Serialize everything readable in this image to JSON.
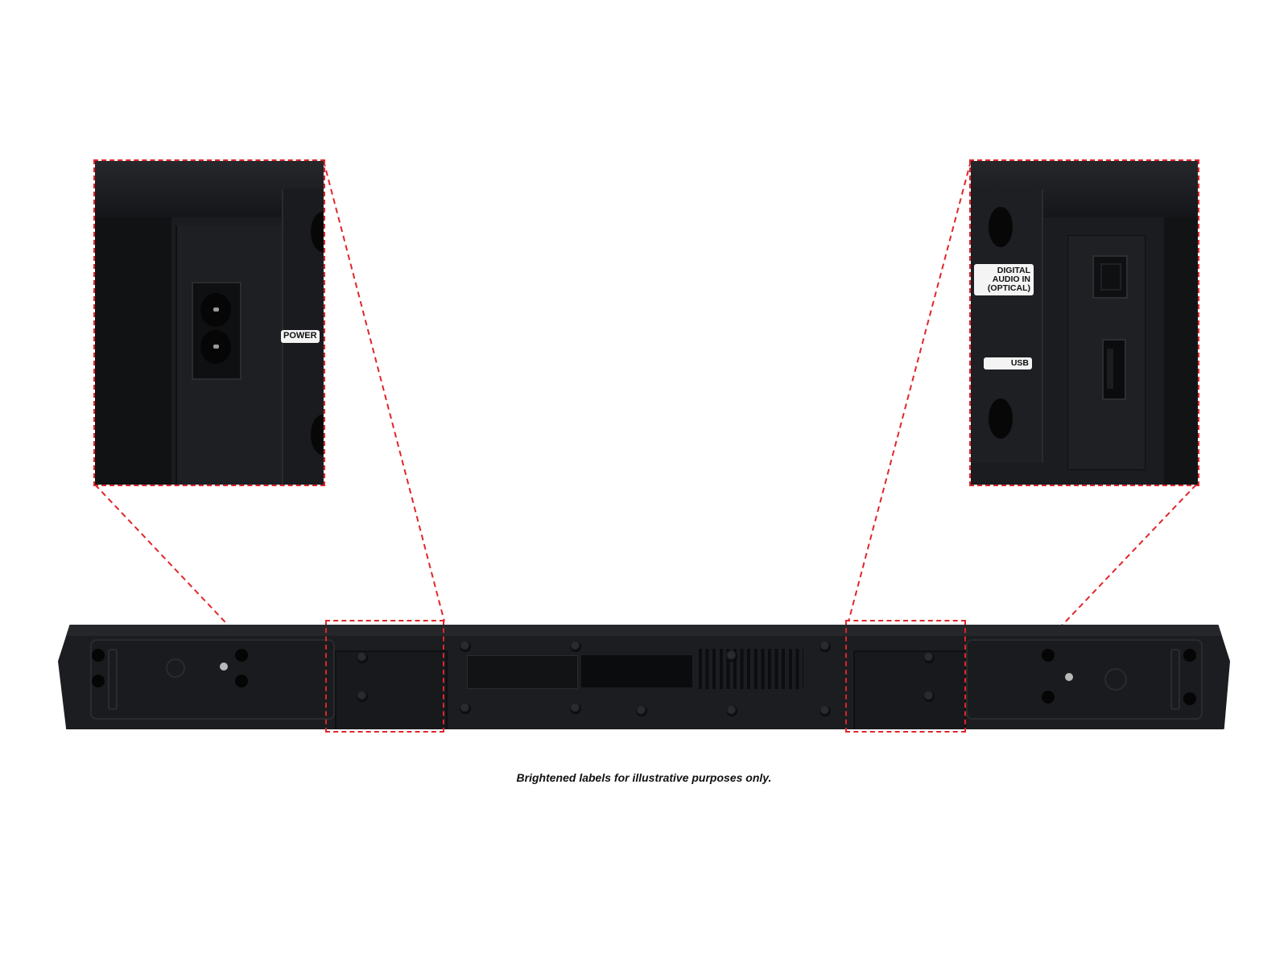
{
  "image": {
    "subject": "Soundbar rear panel with zoomed connection callouts",
    "background_color": "#ffffff",
    "callout_color": "#e0262b",
    "device_color": "#1a1b1e"
  },
  "callouts": {
    "left": {
      "port": "ac-power-inlet",
      "label": "POWER"
    },
    "right": {
      "ports": [
        "optical-input",
        "usb-port"
      ],
      "labels": {
        "optical_line1": "DIGITAL",
        "optical_line2": "AUDIO IN",
        "optical_line3": "(OPTICAL)",
        "usb": "USB"
      }
    }
  },
  "caption": "Brightened labels for illustrative purposes only."
}
